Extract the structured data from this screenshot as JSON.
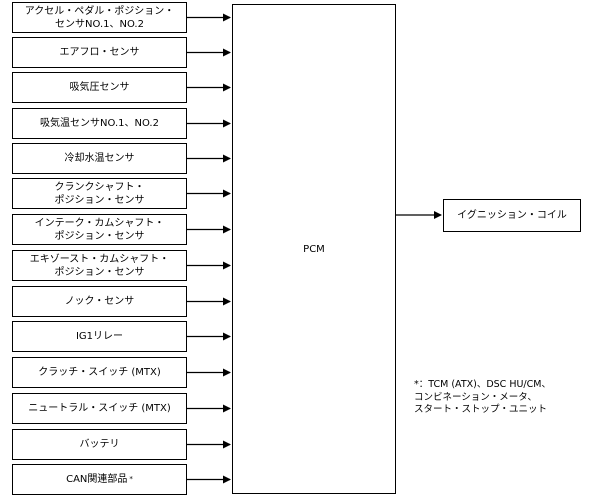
{
  "inputs": [
    {
      "label": "アクセル・ペダル・ポジション・\nセンサNO.1、NO.2"
    },
    {
      "label": "エアフロ・センサ"
    },
    {
      "label": "吸気圧センサ"
    },
    {
      "label": "吸気温センサNO.1、NO.2"
    },
    {
      "label": "冷却水温センサ"
    },
    {
      "label": "クランクシャフト・\nポジション・センサ"
    },
    {
      "label": "インテーク・カムシャフト・\nポジション・センサ"
    },
    {
      "label": "エキゾースト・カムシャフト・\nポジション・センサ"
    },
    {
      "label": "ノック・センサ"
    },
    {
      "label": "IG1リレー"
    },
    {
      "label": "クラッチ・スイッチ (MTX)"
    },
    {
      "label": "ニュートラル・スイッチ (MTX)"
    },
    {
      "label": "バッテリ"
    },
    {
      "label": "CAN関連部品",
      "mark": "*"
    }
  ],
  "pcm": {
    "label": "PCM"
  },
  "output": {
    "label": "イグニッション・コイル"
  },
  "note": {
    "text": "*：TCM (ATX)、DSC HU/CM、\nコンビネーション・メータ、\nスタート・ストップ・ユニット"
  }
}
